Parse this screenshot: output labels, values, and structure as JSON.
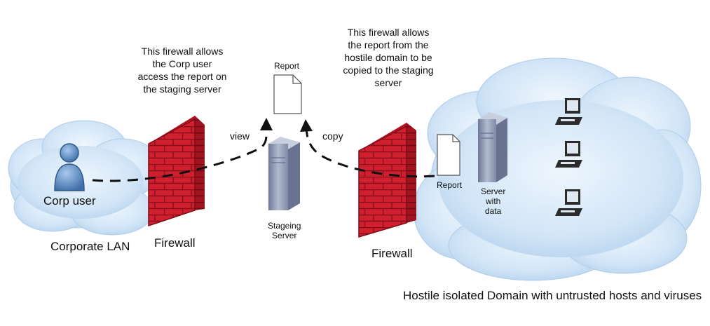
{
  "labels": {
    "corp_user": "Corp user",
    "corporate_lan": "Corporate LAN",
    "firewall_left": "Firewall",
    "firewall_right": "Firewall",
    "view": "view",
    "copy": "copy",
    "report_top": "Report",
    "report_right": "Report",
    "staging_server": "Stageing\nServer",
    "server_with_data": "Server\nwith\ndata",
    "hostile_domain": "Hostile isolated Domain with untrusted hosts and viruses"
  },
  "notes": {
    "left_firewall": [
      "This firewall allows",
      "the Corp user",
      "access the report on",
      "the staging server"
    ],
    "right_firewall": [
      "This firewall allows",
      "the report from the",
      "hostile domain to be",
      "copied to the staging",
      "server"
    ]
  },
  "colors": {
    "cloud_fill": "#cfe3f7",
    "cloud_edge": "#a9c8e8",
    "firewall_red": "#d42030",
    "firewall_dark": "#8e1020",
    "server_gray": "#8a95ad",
    "user_blue": "#5b8fc9",
    "line": "#111111"
  }
}
